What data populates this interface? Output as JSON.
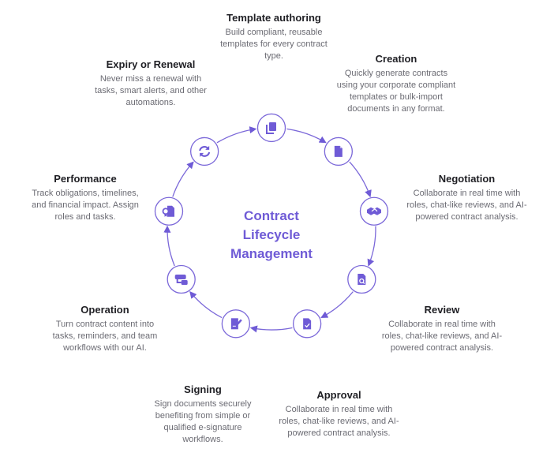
{
  "accent_color": "#6f5bd6",
  "ring_color": "#7b68d9",
  "center_title": [
    "Contract",
    "Lifecycle",
    "Management"
  ],
  "stages": [
    {
      "id": "template-authoring",
      "title": "Template authoring",
      "icon": "copy-documents-icon",
      "desc": [
        "Build compliant, reusable",
        "templates for every contract",
        "type."
      ]
    },
    {
      "id": "creation",
      "title": "Creation",
      "icon": "document-icon",
      "desc": [
        "Quickly generate contracts",
        "using your corporate compliant",
        "templates or bulk-import",
        "documents in any format."
      ]
    },
    {
      "id": "negotiation",
      "title": "Negotiation",
      "icon": "handshake-icon",
      "desc": [
        "Collaborate in real time with",
        "roles, chat-like reviews, and AI-",
        "powered contract analysis."
      ]
    },
    {
      "id": "review",
      "title": "Review",
      "icon": "document-search-icon",
      "desc": [
        "Collaborate in real time with",
        "roles, chat-like reviews, and AI-",
        "powered contract analysis."
      ]
    },
    {
      "id": "approval",
      "title": "Approval",
      "icon": "document-check-icon",
      "desc": [
        "Collaborate in real time with",
        "roles, chat-like reviews, and AI-",
        "powered contract analysis."
      ]
    },
    {
      "id": "signing",
      "title": "Signing",
      "icon": "document-sign-icon",
      "desc": [
        "Sign documents securely",
        "benefiting from simple or",
        "qualified e-signature",
        "workflows."
      ]
    },
    {
      "id": "operation",
      "title": "Operation",
      "icon": "workflow-icon",
      "desc": [
        "Turn contract content into",
        "tasks, reminders, and team",
        "workflows with our AI."
      ]
    },
    {
      "id": "performance",
      "title": "Performance",
      "icon": "document-badge-icon",
      "desc": [
        "Track obligations, timelines,",
        "and financial impact. Assign",
        "roles and tasks."
      ]
    },
    {
      "id": "expiry-or-renewal",
      "title": "Expiry or Renewal",
      "icon": "refresh-icon",
      "desc": [
        "Never miss a renewal with",
        "tasks, smart alerts, and other",
        "automations."
      ]
    }
  ]
}
